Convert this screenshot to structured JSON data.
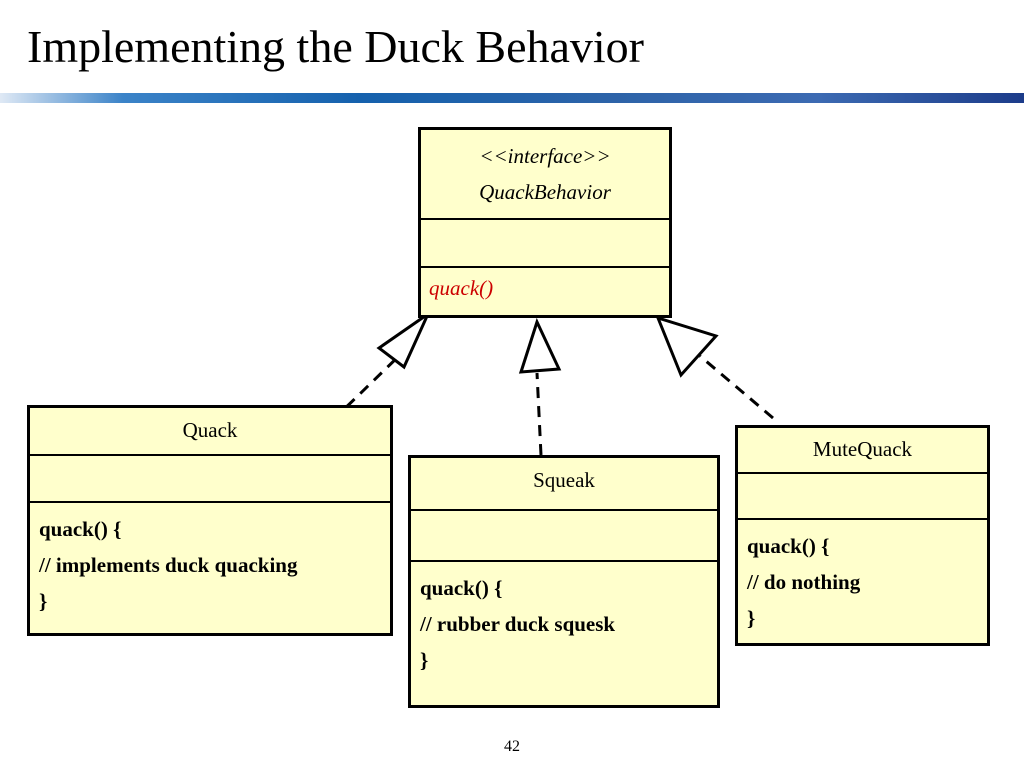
{
  "slide": {
    "title": "Implementing the Duck Behavior",
    "page_number": "42"
  },
  "interface": {
    "stereotype": "<<interface>>",
    "name": "QuackBehavior",
    "operation": "quack()"
  },
  "classes": [
    {
      "name": "Quack",
      "code": [
        "quack() {",
        "// implements duck quacking",
        "}"
      ]
    },
    {
      "name": "Squeak",
      "code": [
        "quack() {",
        "// rubber duck squesk",
        "}"
      ]
    },
    {
      "name": "MuteQuack",
      "code": [
        "quack() {",
        "// do nothing",
        "}"
      ]
    }
  ],
  "colors": {
    "box_fill": "#ffffcc",
    "operation_text": "#cc0000"
  }
}
